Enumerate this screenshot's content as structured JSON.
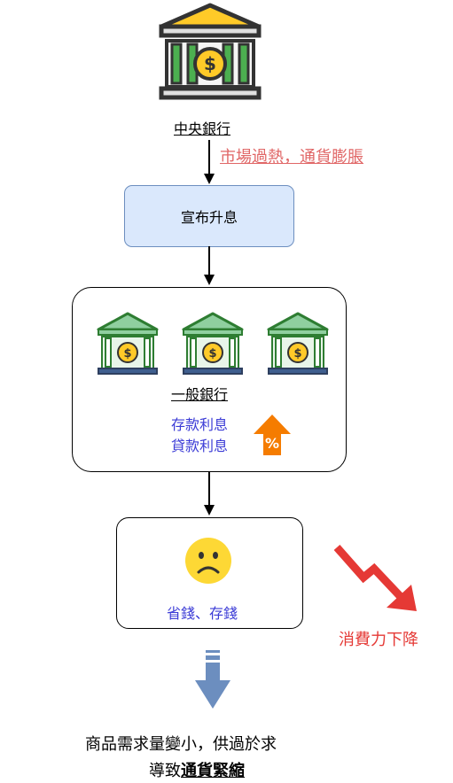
{
  "central_bank": {
    "label": "中央銀行",
    "icon": "central-bank-icon"
  },
  "trigger_note": "市場過熱，通貨膨脹",
  "action": "宣布升息",
  "banks": {
    "label": "一般銀行",
    "icons": [
      "bank-icon",
      "bank-icon",
      "bank-icon"
    ],
    "rate_lines": [
      "存款利息",
      "貸款利息"
    ],
    "rate_up_symbol": "%"
  },
  "people": {
    "label": "省錢、存錢",
    "icon": "sad-face-icon"
  },
  "consumption_note": "消費力下降",
  "result": {
    "line1": "商品需求量變小，供過於求",
    "line2_prefix": "導致",
    "line2_emphasis": "通貨緊縮"
  },
  "colors": {
    "note_red": "#e06666",
    "blue_text": "#3b3bd6",
    "rate_box_fill": "#dae8fc",
    "down_arrow": "#e53935",
    "result_arrow": "#6c8ebf",
    "up_arrow": "#f57c00"
  }
}
